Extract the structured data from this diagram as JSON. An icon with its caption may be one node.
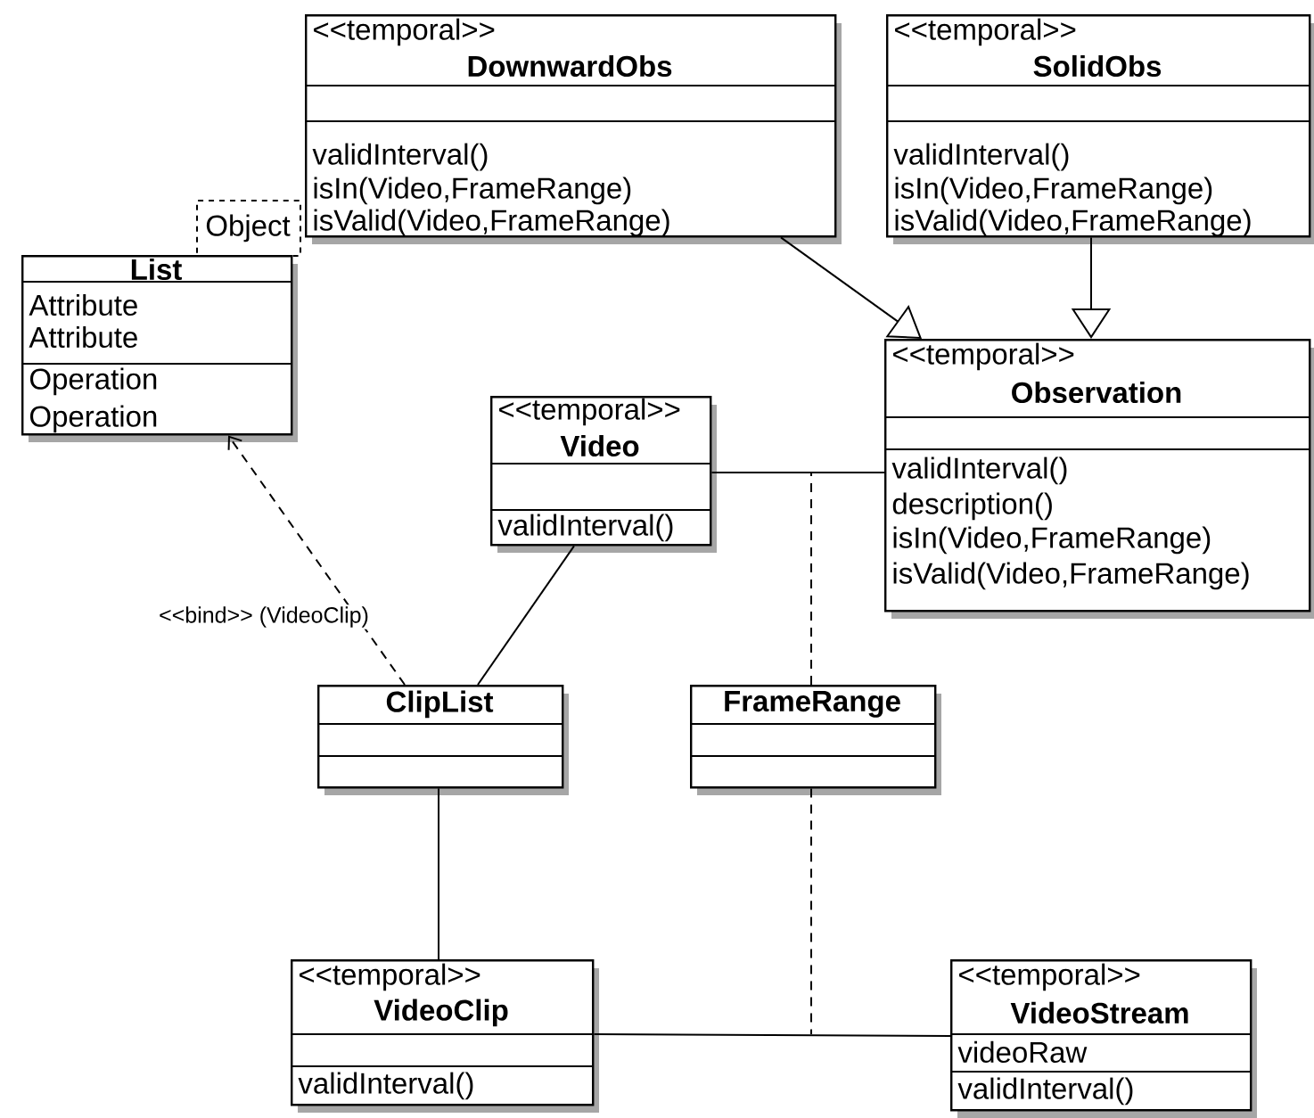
{
  "diagram": {
    "nodes": [
      {
        "text": [
          "List",
          "Attribute",
          "Attribute",
          "Operation",
          "Operation"
        ]
      },
      {
        "text": [
          "Object"
        ]
      },
      {
        "text": [
          "<<temporal>>",
          "DownwardObs",
          "validInterval()",
          "isIn(Video,FrameRange)",
          "isValid(Video,FrameRange)"
        ]
      },
      {
        "text": [
          "<<temporal>>",
          "SolidObs",
          "validInterval()",
          "isIn(Video,FrameRange)",
          "isValid(Video,FrameRange)"
        ]
      },
      {
        "text": [
          "<<temporal>>",
          "Observation",
          "validInterval()",
          "description()",
          "isIn(Video,FrameRange)",
          "isValid(Video,FrameRange)"
        ]
      },
      {
        "text": [
          "<<temporal>>",
          "Video",
          "validInterval()"
        ]
      },
      {
        "text": [
          "ClipList"
        ]
      },
      {
        "text": [
          "FrameRange"
        ]
      },
      {
        "text": [
          "<<temporal>>",
          "VideoClip",
          "validInterval()"
        ]
      },
      {
        "text": [
          "<<temporal>>",
          "VideoStream",
          "videoRaw",
          "validInterval()"
        ]
      }
    ],
    "edges": [
      {
        "from": 2,
        "to": 4,
        "arrow": "to"
      },
      {
        "from": 3,
        "to": 4,
        "arrow": "to"
      },
      {
        "from": 6,
        "to": 0,
        "arrow": "to",
        "style": "dashed",
        "label": "<<bind>> (VideoClip)"
      },
      {
        "from": 5,
        "to": 6,
        "arrow": "none"
      },
      {
        "from": 5,
        "to": 4,
        "arrow": "none"
      },
      {
        "from": 6,
        "to": 8,
        "arrow": "none"
      },
      {
        "from": 8,
        "to": 9,
        "arrow": "none"
      },
      {
        "from": 7,
        "to": null,
        "arrow": "none",
        "style": "dashed"
      },
      {
        "from": 7,
        "to": null,
        "arrow": "none",
        "style": "dashed"
      }
    ]
  }
}
